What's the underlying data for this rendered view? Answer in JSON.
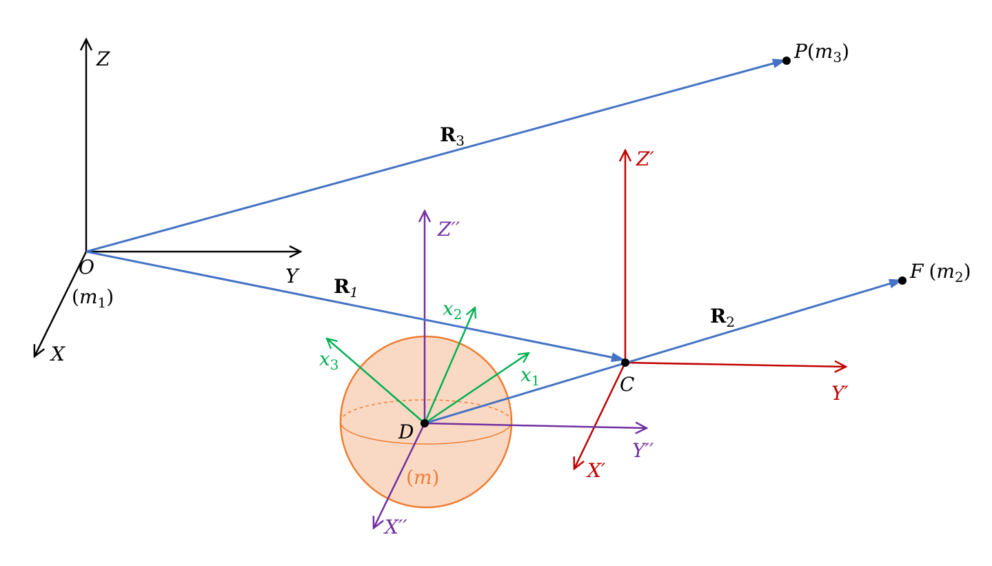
{
  "colors": {
    "black": "#000000",
    "blue": "#4472C4",
    "red": "#C00000",
    "purple": "#7030A0",
    "green": "#00B050",
    "orange": "#ED7D31",
    "sphere_fill": "#FAD9C4"
  },
  "frames": {
    "inertial": {
      "axes": {
        "z": "Z",
        "y": "Y",
        "x": "X"
      },
      "origin": "O",
      "mass_open": "(",
      "mass_var": "m",
      "mass_sub": "1",
      "mass_close": ")"
    },
    "primed": {
      "axes": {
        "z": "Z′",
        "y": "Y′",
        "x": "X′"
      },
      "origin": "C"
    },
    "double_primed": {
      "axes": {
        "z": "Z′′",
        "y": "Y′′",
        "x": "X′′"
      },
      "origin": "D"
    },
    "body": {
      "axes": {
        "x1": {
          "var": "x",
          "sub": "1"
        },
        "x2": {
          "var": "x",
          "sub": "2"
        },
        "x3": {
          "var": "x",
          "sub": "3"
        }
      }
    }
  },
  "vectors": {
    "r1": {
      "symbol": "R",
      "sub": "1"
    },
    "r2": {
      "symbol": "R",
      "sub": "2"
    },
    "r3": {
      "symbol": "R",
      "sub": "3"
    }
  },
  "points": {
    "p": {
      "name": "P",
      "open": "(",
      "var": "m",
      "sub": "3",
      "close": ")"
    },
    "f": {
      "name": "F",
      "open": "(",
      "var": "m",
      "sub": "2",
      "close": ")"
    }
  },
  "body_mass": {
    "open": "(",
    "var": "m",
    "close": ")"
  }
}
